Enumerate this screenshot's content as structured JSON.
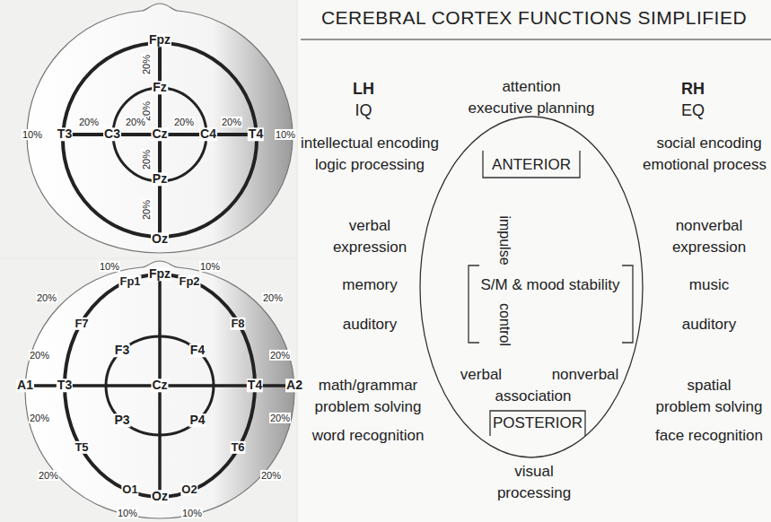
{
  "diagram": {
    "title": "CEREBRAL CORTEX FUNCTIONS SIMPLIFIED",
    "labels": [
      "Fpz",
      "20%",
      "Fz",
      "20%",
      "10%",
      "T3",
      "20%",
      "C3",
      "20%",
      "Cz",
      "20%",
      "C4",
      "20%",
      "T4",
      "10%",
      "20%",
      "Pz",
      "20%",
      "Oz",
      "10%",
      "Fpz",
      "10%",
      "Fp1",
      "Fp2",
      "20%",
      "20%",
      "F7",
      "F3",
      "F4",
      "F8",
      "20%",
      "20%",
      "A1",
      "T3",
      "Cz",
      "T4",
      "A2",
      "20%",
      "20%",
      "T5",
      "P3",
      "P4",
      "T6",
      "20%",
      "20%",
      "O1",
      "Oz",
      "O2",
      "10%",
      "10%",
      "LH",
      "IQ",
      "attention",
      "executive planning",
      "RH",
      "EQ",
      "intellectual encoding",
      "logic processing",
      "ANTERIOR",
      "social encoding",
      "emotional process",
      "verbal",
      "expression",
      "nonverbal",
      "expression",
      "impulse",
      "control",
      "memory",
      "S/M & mood stability",
      "music",
      "auditory",
      "auditory",
      "math/grammar",
      "verbal",
      "nonverbal",
      "spatial",
      "problem solving",
      "association",
      "problem solving",
      "word recognition",
      "POSTERIOR",
      "face recognition",
      "visual",
      "processing"
    ]
  }
}
